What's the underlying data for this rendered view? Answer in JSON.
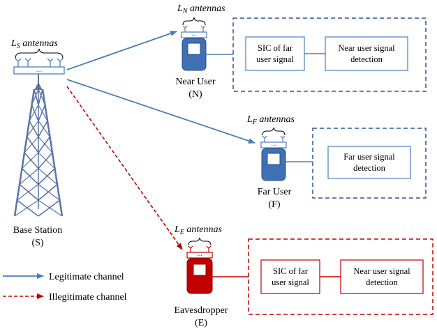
{
  "colors": {
    "legit": "#4a7ebb",
    "illegit": "#c00000",
    "device_blue": "#3f6fb5",
    "device_red": "#c00000",
    "tower": "#5b73a8",
    "text": "#000000"
  },
  "base_station": {
    "antenna_label": {
      "sym": "L",
      "sub": "S",
      "rest": " antennas"
    },
    "name": "Base Station",
    "short": "(S)"
  },
  "near_user": {
    "antenna_label": {
      "sym": "L",
      "sub": "N",
      "rest": " antennas"
    },
    "name": "Near User",
    "short": "(N)",
    "blocks": [
      "SIC of far|user signal",
      "Near user signal|detection"
    ]
  },
  "far_user": {
    "antenna_label": {
      "sym": "L",
      "sub": "F",
      "rest": " antennas"
    },
    "name": "Far User",
    "short": "(F)",
    "blocks": [
      "Far user signal|detection"
    ]
  },
  "eavesdropper": {
    "antenna_label": {
      "sym": "L",
      "sub": "E",
      "rest": " antennas"
    },
    "name": "Eavesdropper",
    "short": "(E)",
    "blocks": [
      "SIC of far|user signal",
      "Near user signal|detection"
    ]
  },
  "legend": {
    "legit": "Legitimate channel",
    "illegit": "Illegitimate channel"
  },
  "dots": "..."
}
